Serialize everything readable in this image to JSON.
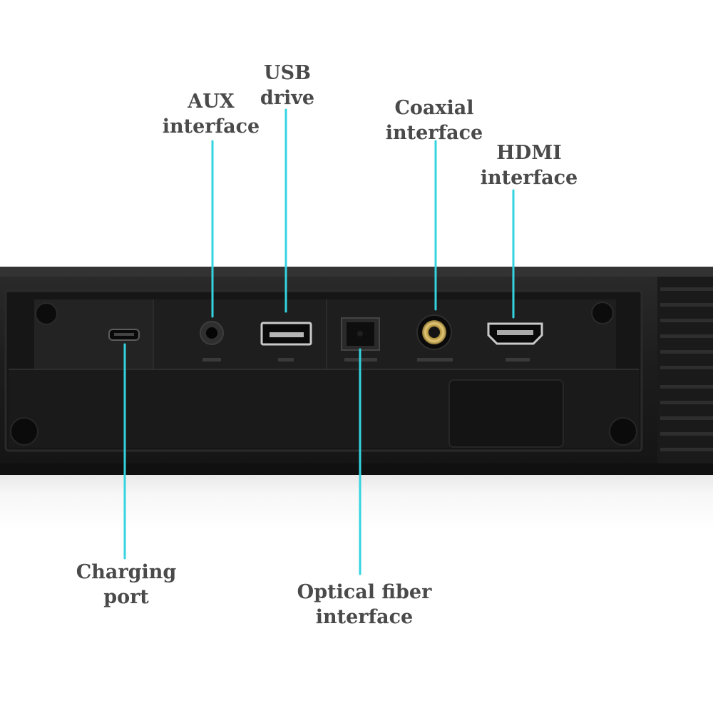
{
  "accent_color": "#33d4e0",
  "callouts": {
    "aux": {
      "line1": "AUX",
      "line2": "interface"
    },
    "usb": {
      "line1": "USB",
      "line2": "drive"
    },
    "coaxial": {
      "line1": "Coaxial",
      "line2": "interface"
    },
    "hdmi": {
      "line1": "HDMI",
      "line2": "interface"
    },
    "charging": {
      "line1": "Charging",
      "line2": "port"
    },
    "optical": {
      "line1": "Optical fiber",
      "line2": "interface"
    }
  },
  "icons": {
    "charging": "micro-usb-port-icon",
    "aux": "aux-jack-icon",
    "usb": "usb-a-port-icon",
    "optical": "optical-toslink-port-icon",
    "coaxial": "coaxial-rca-port-icon",
    "hdmi": "hdmi-port-icon"
  }
}
